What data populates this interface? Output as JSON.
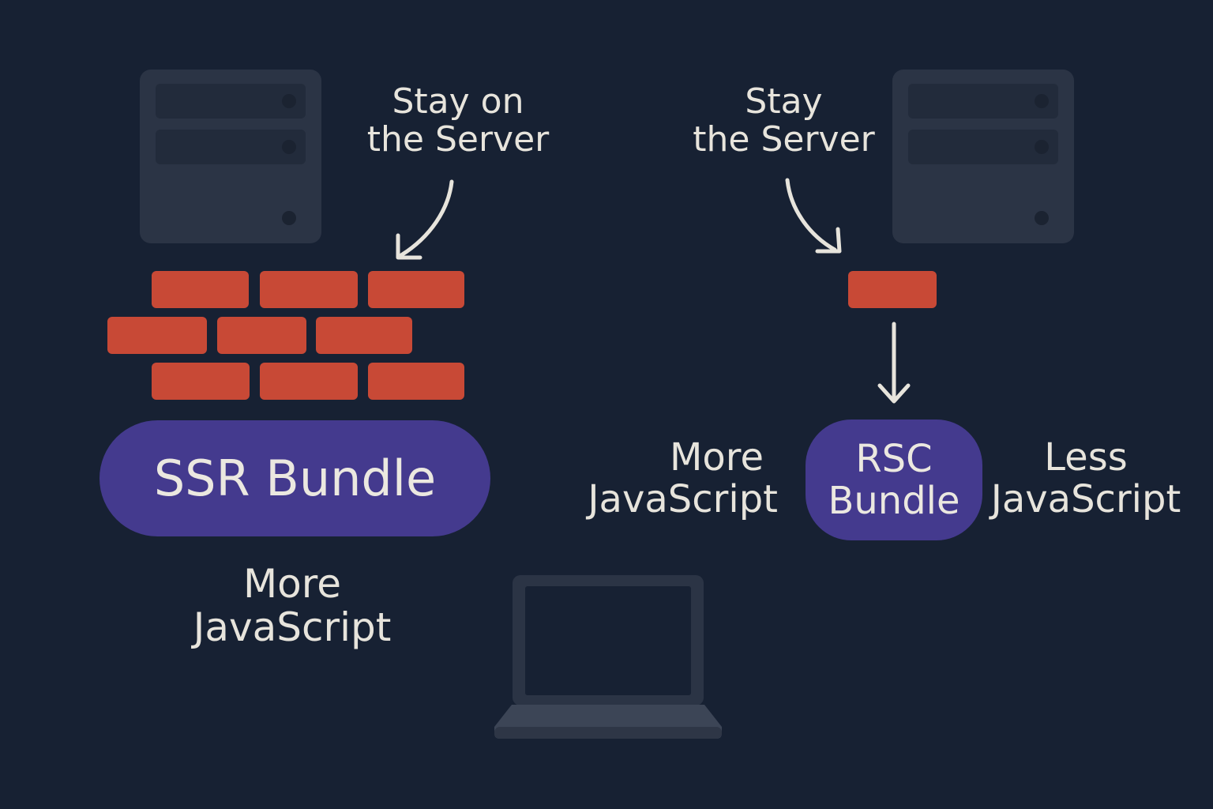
{
  "colors": {
    "background": "#172133",
    "server": "#2b3445",
    "brick": "#c84936",
    "bundle": "#443a8e",
    "text": "#e7e4dc"
  },
  "left": {
    "server_icon": "server-icon",
    "annotation_line1": "Stay on",
    "annotation_line2": "the Server",
    "bundle_label": "SSR Bundle",
    "footer_line1": "More",
    "footer_line2": "JavaScript"
  },
  "right": {
    "server_icon": "server-icon",
    "annotation_line1": "Stay",
    "annotation_line2": "the Server",
    "bundle_line1": "RSC",
    "bundle_line2": "Bundle",
    "side_left_line1": "More",
    "side_left_line2": "JavaScript",
    "side_right_line1": "Less",
    "side_right_line2": "JavaScript"
  },
  "client": {
    "device_icon": "laptop-icon"
  }
}
